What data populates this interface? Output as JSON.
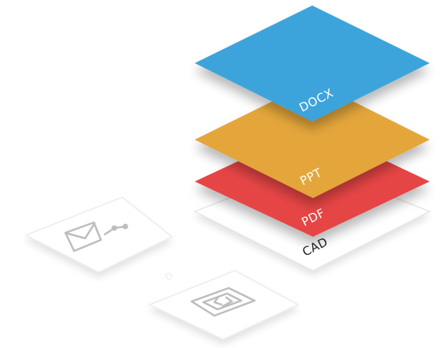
{
  "layers": [
    {
      "label": "CAD",
      "color": "#ffffff",
      "text_color": "#222222"
    },
    {
      "label": "PDF",
      "color": "#e64545",
      "text_color": "#ffffff"
    },
    {
      "label": "PPT",
      "color": "#e4a63b",
      "text_color": "#ffffff"
    },
    {
      "label": "DOCX",
      "color": "#3ea4db",
      "text_color": "#ffffff"
    }
  ],
  "side_panels": [
    {
      "icon": "email-attachment-icon"
    },
    {
      "icon": "code-file-icon"
    }
  ],
  "faint_text": "D"
}
